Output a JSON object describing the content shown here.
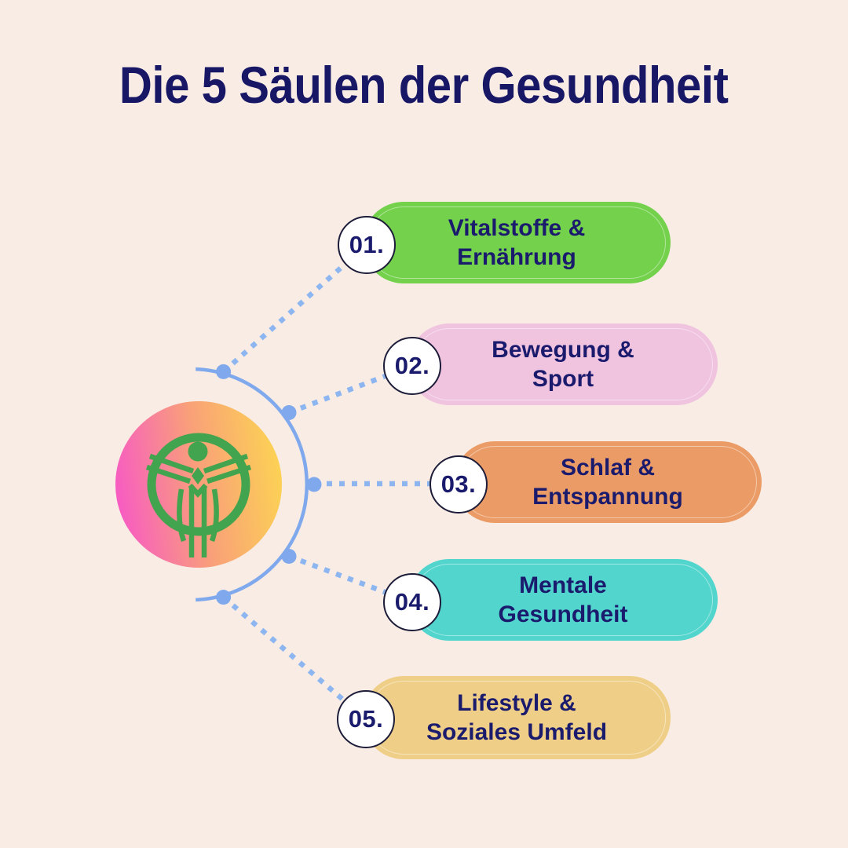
{
  "title": "Die 5 Säulen der Gesundheit",
  "colors": {
    "background": "#f8ece4",
    "title_text": "#171766",
    "label_text": "#1b1b6e",
    "number_text": "#1b1b6e",
    "circle_border": "#1d1d3a",
    "connector_blue": "#8db6f1",
    "arc_blue": "#7fa9ec",
    "logo_green": "#42a44e",
    "medallion_gradient": [
      "#f75bc3",
      "#f9a178",
      "#fcd254"
    ]
  },
  "center": {
    "icon": "wellness-figure-logo"
  },
  "pillars": [
    {
      "number": "01.",
      "line1": "Vitalstoffe &",
      "line2": "Ernährung",
      "color": "#73d14c"
    },
    {
      "number": "02.",
      "line1": "Bewegung &",
      "line2": "Sport",
      "color": "#f0c3df"
    },
    {
      "number": "03.",
      "line1": "Schlaf &",
      "line2": "Entspannung",
      "color": "#eb9c66"
    },
    {
      "number": "04.",
      "line1": "Mentale",
      "line2": "Gesundheit",
      "color": "#52d5cd"
    },
    {
      "number": "05.",
      "line1": "Lifestyle &",
      "line2": "Soziales Umfeld",
      "color": "#efcf88"
    }
  ]
}
